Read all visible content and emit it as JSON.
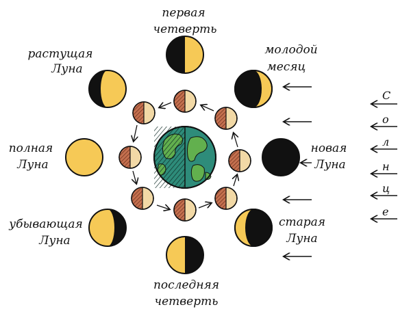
{
  "labels": {
    "first_quarter": [
      "первая",
      "четверть"
    ],
    "waxing_gibbous": [
      "растущая",
      "Луна"
    ],
    "young_moon": [
      "молодой",
      "месяц"
    ],
    "full_moon": [
      "полная",
      "Луна"
    ],
    "new_moon": [
      "новая",
      "Луна"
    ],
    "waning_gibbous": [
      "убывающая",
      "Луна"
    ],
    "old_moon": [
      "старая",
      "Луна"
    ],
    "last_quarter": [
      "последняя",
      "четверть"
    ]
  },
  "sun_letters": [
    "С",
    "о",
    "л",
    "н",
    "ц",
    "е"
  ],
  "colors": {
    "moon_yellow": "#f6c956",
    "moon_dark": "#111111",
    "small_moon_light": "#f2d9a6",
    "small_moon_dark": "#c4704f",
    "earth_ocean": "#2e8c7a",
    "earth_land": "#62b04e",
    "stroke": "#111111"
  }
}
